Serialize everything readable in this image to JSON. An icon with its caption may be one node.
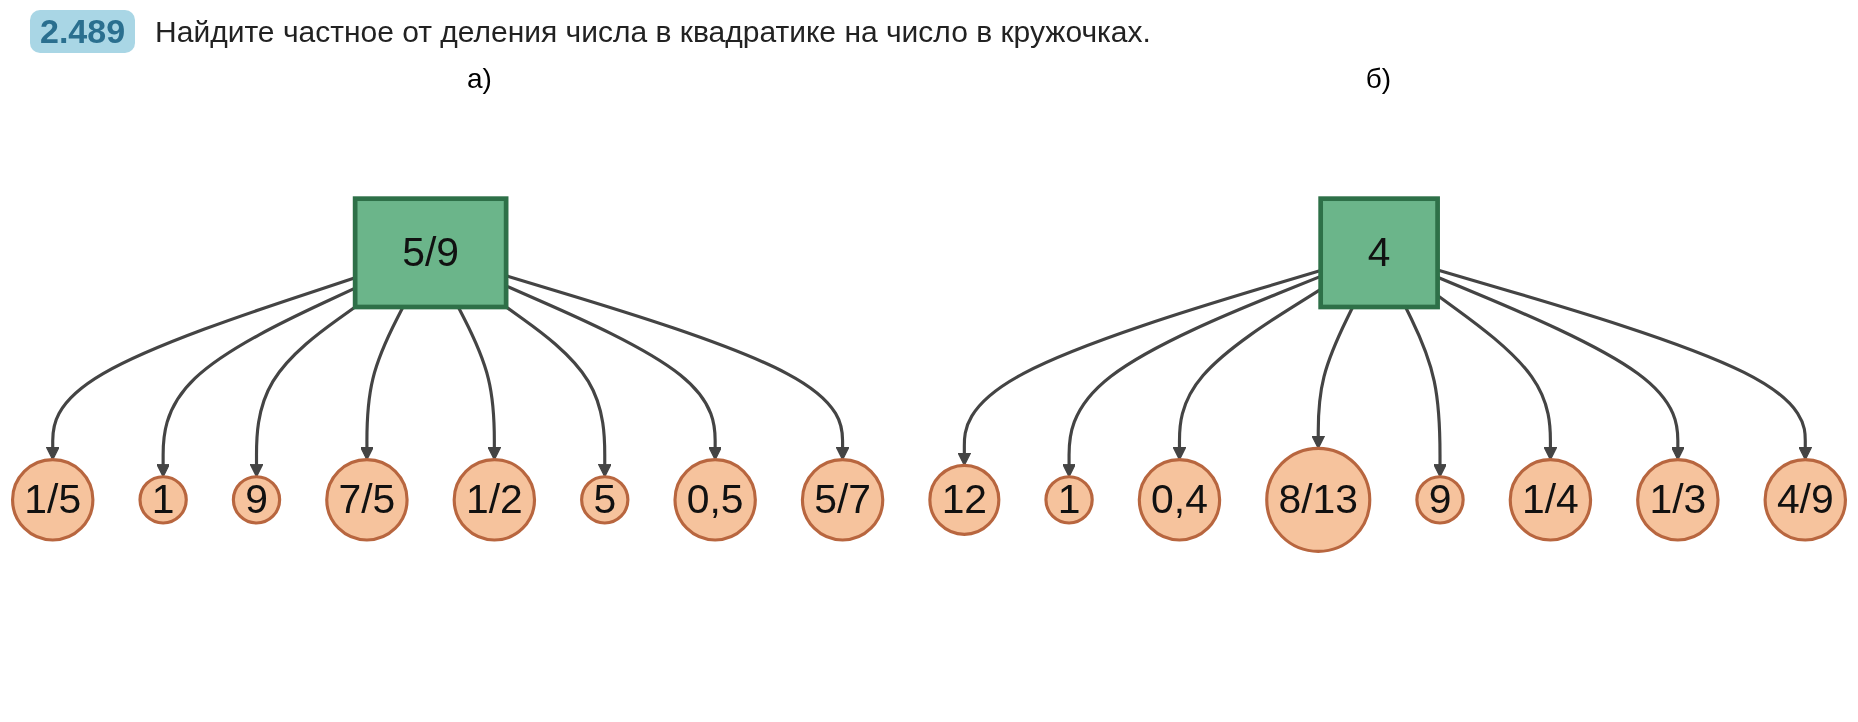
{
  "diagram": {
    "title": "Найдите частное от деления числа в квадратике на число в кружочках.",
    "nodes": [
      {
        "text": [
          "5/9"
        ]
      },
      {
        "text": [
          "1/5"
        ]
      },
      {
        "text": [
          "1"
        ]
      },
      {
        "text": [
          "9"
        ]
      },
      {
        "text": [
          "7/5"
        ]
      },
      {
        "text": [
          "1/2"
        ]
      },
      {
        "text": [
          "5"
        ]
      },
      {
        "text": [
          "0,5"
        ]
      },
      {
        "text": [
          "5/7"
        ]
      },
      {
        "text": [
          "4"
        ]
      },
      {
        "text": [
          "12"
        ]
      },
      {
        "text": [
          "1"
        ]
      },
      {
        "text": [
          "0,4"
        ]
      },
      {
        "text": [
          "8/13"
        ]
      },
      {
        "text": [
          "9"
        ]
      },
      {
        "text": [
          "1/4"
        ]
      },
      {
        "text": [
          "1/3"
        ]
      },
      {
        "text": [
          "4/9"
        ]
      }
    ],
    "edges": [
      {
        "from": 0,
        "to": 1,
        "arrow": "to"
      },
      {
        "from": 0,
        "to": 2,
        "arrow": "to"
      },
      {
        "from": 0,
        "to": 3,
        "arrow": "to"
      },
      {
        "from": 0,
        "to": 4,
        "arrow": "to"
      },
      {
        "from": 0,
        "to": 5,
        "arrow": "to"
      },
      {
        "from": 0,
        "to": 6,
        "arrow": "to"
      },
      {
        "from": 0,
        "to": 7,
        "arrow": "to"
      },
      {
        "from": 0,
        "to": 8,
        "arrow": "to"
      },
      {
        "from": 9,
        "to": 10,
        "arrow": "to"
      },
      {
        "from": 9,
        "to": 11,
        "arrow": "to"
      },
      {
        "from": 9,
        "to": 12,
        "arrow": "to"
      },
      {
        "from": 9,
        "to": 13,
        "arrow": "to"
      },
      {
        "from": 9,
        "to": 14,
        "arrow": "to"
      },
      {
        "from": 9,
        "to": 15,
        "arrow": "to"
      },
      {
        "from": 9,
        "to": 16,
        "arrow": "to"
      },
      {
        "from": 9,
        "to": 17,
        "arrow": "to"
      }
    ],
    "labels": [
      "2.489",
      "а)",
      "б)"
    ]
  }
}
